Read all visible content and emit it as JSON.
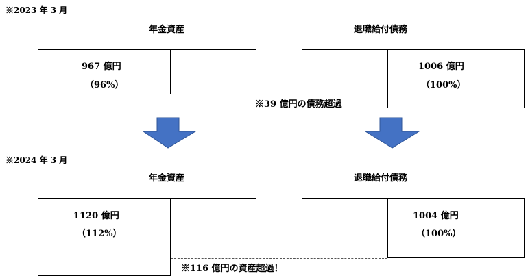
{
  "colors": {
    "arrow_fill": "#4472C4",
    "arrow_stroke": "#2F5597"
  },
  "icons": {
    "down_arrow": "down-arrow-icon"
  },
  "scenario_2023": {
    "date_label": "※2023 年 3 月",
    "asset_heading": "年金資産",
    "liability_heading": "退職給付債務",
    "asset_value": "967 億円",
    "asset_pct": "（96%）",
    "liability_value": "1006 億円",
    "liability_pct": "（100%）",
    "note": "※39 億円の債務超過"
  },
  "scenario_2024": {
    "date_label": "※2024 年 3 月",
    "asset_heading": "年金資産",
    "liability_heading": "退職給付債務",
    "asset_value": "1120 億円",
    "asset_pct": "（112%）",
    "liability_value": "1004 億円",
    "liability_pct": "（100%）",
    "note": "※116 億円の資産超過！"
  }
}
